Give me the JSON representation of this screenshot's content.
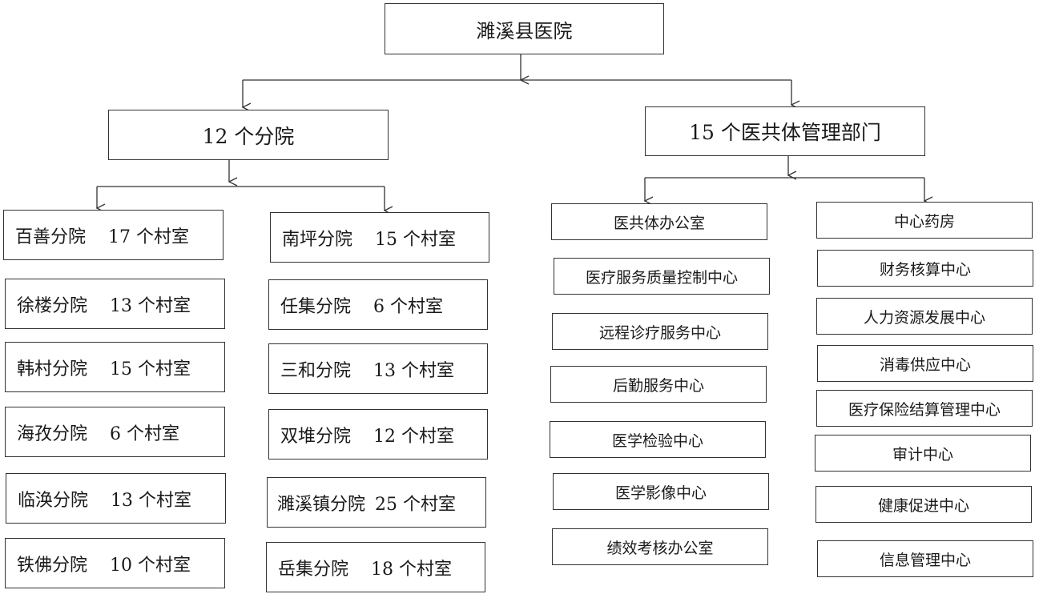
{
  "root": {
    "label": "濉溪县医院"
  },
  "branches_group": {
    "label": "12 个分院",
    "left_column": [
      {
        "name": "百善分院",
        "count": "17 个村室"
      },
      {
        "name": "徐楼分院",
        "count": "13 个村室"
      },
      {
        "name": "韩村分院",
        "count": "15 个村室"
      },
      {
        "name": "海孜分院",
        "count": "6 个村室"
      },
      {
        "name": "临涣分院",
        "count": "13 个村室"
      },
      {
        "name": "铁佛分院",
        "count": "10 个村室"
      }
    ],
    "right_column": [
      {
        "name": "南坪分院",
        "count": "15 个村室"
      },
      {
        "name": "任集分院",
        "count": "6 个村室"
      },
      {
        "name": "三和分院",
        "count": "13 个村室"
      },
      {
        "name": "双堆分院",
        "count": "12 个村室"
      },
      {
        "name": "濉溪镇分院",
        "count": "25 个村室"
      },
      {
        "name": "岳集分院",
        "count": "18 个村室"
      }
    ]
  },
  "departments_group": {
    "label": "15 个医共体管理部门",
    "left_column": [
      "医共体办公室",
      "医疗服务质量控制中心",
      "远程诊疗服务中心",
      "后勤服务中心",
      "医学检验中心",
      "医学影像中心",
      "绩效考核办公室"
    ],
    "right_column": [
      "中心药房",
      "财务核算中心",
      "人力资源发展中心",
      "消毒供应中心",
      "医疗保险结算管理中心",
      "审计中心",
      "健康促进中心",
      "信息管理中心"
    ]
  }
}
